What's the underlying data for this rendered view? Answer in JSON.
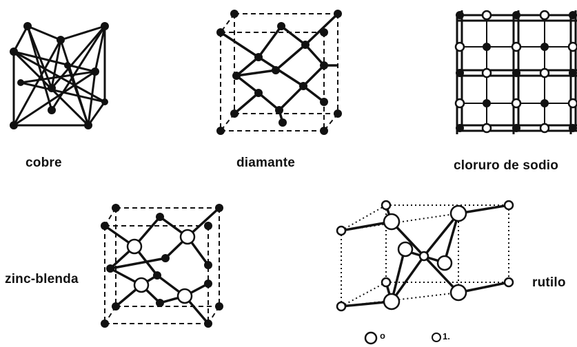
{
  "structures": {
    "copper": {
      "label": "cobre"
    },
    "diamond": {
      "label": "diamante"
    },
    "nacl": {
      "label": "cloruro de sodio"
    },
    "zincblende": {
      "label": "zinc-blenda"
    },
    "rutile": {
      "label": "rutilo"
    }
  },
  "legend": {
    "large_label": "o",
    "small_label": "1."
  }
}
